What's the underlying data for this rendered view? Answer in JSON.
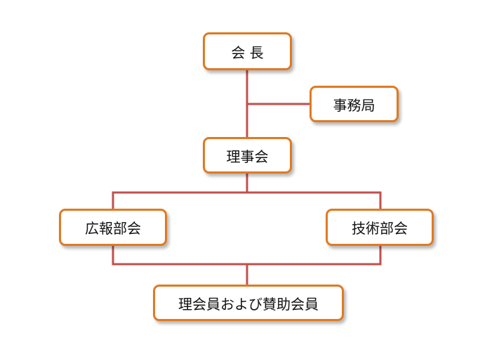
{
  "diagram": {
    "nodes": {
      "chair": "会 長",
      "office": "事務局",
      "board": "理事会",
      "pr_committee": "広報部会",
      "tech_committee": "技術部会",
      "members": "理会員および賛助会員"
    },
    "colors": {
      "box_border": "#e07a22",
      "connector": "#c0504d",
      "text": "#111111"
    }
  }
}
